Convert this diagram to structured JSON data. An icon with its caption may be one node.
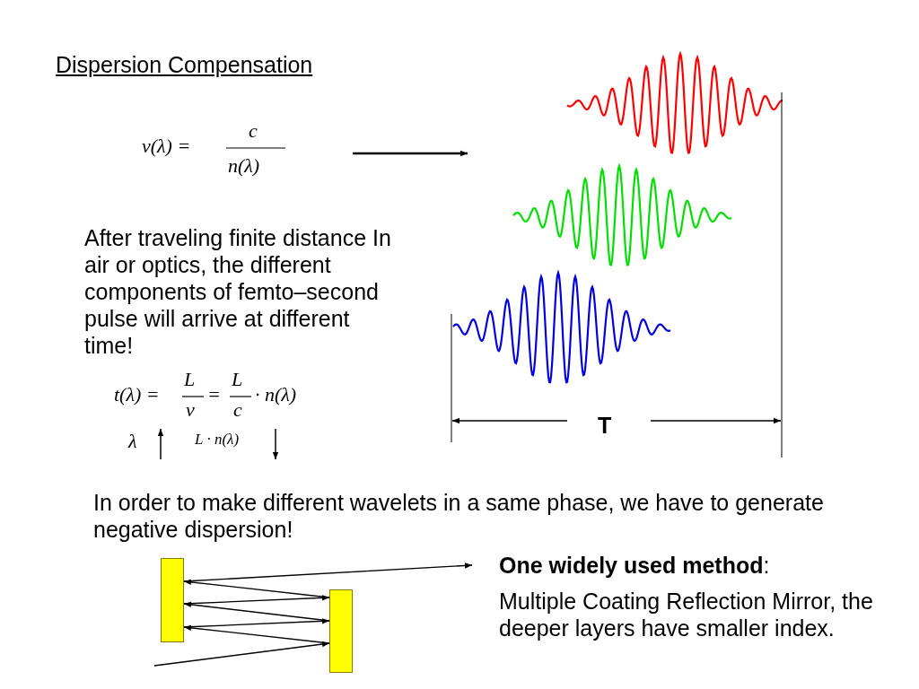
{
  "diagram": {
    "title": "Dispersion Compensation",
    "nodes": [
      {
        "text": [],
        "shape": "box"
      },
      {
        "text": [],
        "shape": "box"
      }
    ],
    "edges": [
      {
        "from": null,
        "to": 1,
        "arrow": "to"
      },
      {
        "from": 1,
        "to": 0,
        "arrow": "to"
      },
      {
        "from": 0,
        "to": 1,
        "arrow": "to"
      },
      {
        "from": 1,
        "to": 0,
        "arrow": "to"
      },
      {
        "from": 0,
        "to": 1,
        "arrow": "to"
      },
      {
        "from": 1,
        "to": 0,
        "arrow": "to"
      },
      {
        "from": 0,
        "to": null,
        "arrow": "to"
      }
    ],
    "labels": [
      "v(λ) =",
      "c",
      "n(λ)",
      "After traveling finite distance In air or optics, the different components of femto–second pulse will arrive at different time!",
      "t(λ) =",
      "L",
      "v",
      "=",
      "L",
      "c",
      "· n(λ)",
      "λ",
      "L · n(λ)",
      "T",
      "In order to make different wavelets in a same phase, we have to generate negative dispersion!",
      "**One widely used method**:",
      "Multiple Coating Reflection Mirror, the deeper layers have smaller index."
    ]
  }
}
